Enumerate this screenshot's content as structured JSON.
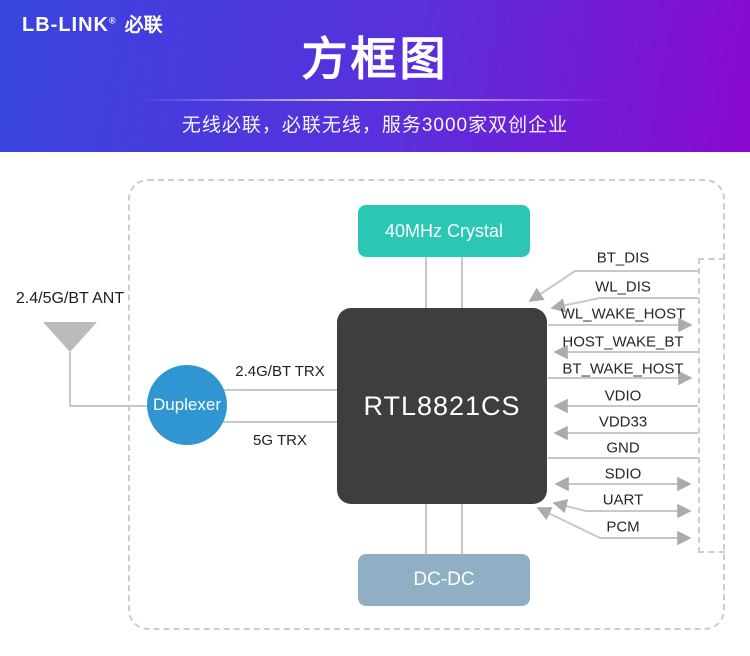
{
  "header": {
    "logo_text": "LB-LINK",
    "logo_reg": "®",
    "logo_cn": "必联",
    "title": "方框图",
    "subtitle": "无线必联，必联无线，服务3000家双创企业"
  },
  "diagram": {
    "antenna_label": "2.4/5G/BT ANT",
    "crystal_label": "40MHz Crystal",
    "chip_label": "RTL8821CS",
    "duplexer_label": "Duplexer",
    "dcdc_label": "DC-DC",
    "trx_labels": [
      "2.4G/BT TRX",
      "5G TRX"
    ],
    "signals": [
      {
        "label": "BT_DIS",
        "direction": "to-chip"
      },
      {
        "label": "WL_DIS",
        "direction": "to-chip"
      },
      {
        "label": "WL_WAKE_HOST",
        "direction": "from-chip"
      },
      {
        "label": "HOST_WAKE_BT",
        "direction": "to-chip"
      },
      {
        "label": "BT_WAKE_HOST",
        "direction": "from-chip"
      },
      {
        "label": "VDIO",
        "direction": "to-chip"
      },
      {
        "label": "VDD33",
        "direction": "to-chip"
      },
      {
        "label": "GND",
        "direction": "none"
      },
      {
        "label": "SDIO",
        "direction": "both"
      },
      {
        "label": "UART",
        "direction": "both"
      },
      {
        "label": "PCM",
        "direction": "both"
      }
    ]
  },
  "colors": {
    "header_gradient_start": "#3845DE",
    "header_gradient_end": "#8A08D0",
    "crystal": "#2BC7B4",
    "chip": "#3E3E40",
    "duplexer": "#2F96D2",
    "dcdc": "#91AFC4",
    "wire": "#C8C8C8",
    "arrow": "#ABABAB"
  }
}
